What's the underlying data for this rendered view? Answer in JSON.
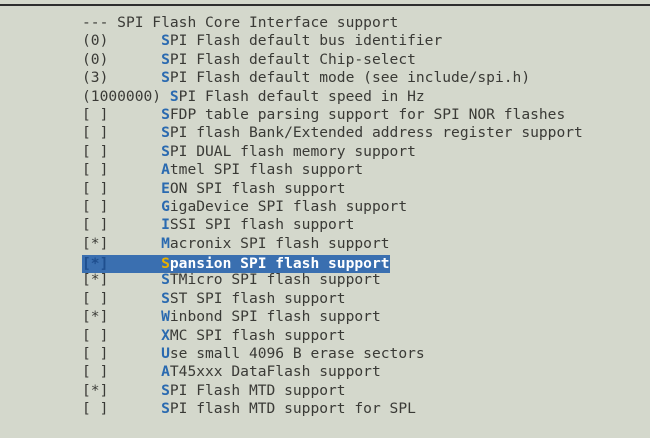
{
  "screen": {
    "kind": "menuconfig-list",
    "background_color": "#d4d8cc",
    "text_color": "#3a3a36",
    "hotkey_color": "#2a6ab0",
    "selection_background": "#3a6fb0",
    "selection_text_color": "#ffffff",
    "selection_hotkey_color": "#e8b000",
    "rule_color": "#2e2e2e"
  },
  "menu": {
    "items": [
      {
        "prefix": "--- ",
        "hot": "",
        "rest": "SPI Flash Core Interface support",
        "selected": false,
        "header": true
      },
      {
        "prefix": "(0)      ",
        "hot": "S",
        "rest": "PI Flash default bus identifier",
        "selected": false,
        "header": false
      },
      {
        "prefix": "(0)      ",
        "hot": "S",
        "rest": "PI Flash default Chip-select",
        "selected": false,
        "header": false
      },
      {
        "prefix": "(3)      ",
        "hot": "S",
        "rest": "PI Flash default mode (see include/spi.h)",
        "selected": false,
        "header": false
      },
      {
        "prefix": "(1000000) ",
        "hot": "S",
        "rest": "PI Flash default speed in Hz",
        "selected": false,
        "header": false
      },
      {
        "prefix": "[ ]      ",
        "hot": "S",
        "rest": "FDP table parsing support for SPI NOR flashes",
        "selected": false,
        "header": false
      },
      {
        "prefix": "[ ]      ",
        "hot": "S",
        "rest": "PI flash Bank/Extended address register support",
        "selected": false,
        "header": false
      },
      {
        "prefix": "[ ]      ",
        "hot": "S",
        "rest": "PI DUAL flash memory support",
        "selected": false,
        "header": false
      },
      {
        "prefix": "[ ]      ",
        "hot": "A",
        "rest": "tmel SPI flash support",
        "selected": false,
        "header": false
      },
      {
        "prefix": "[ ]      ",
        "hot": "E",
        "rest": "ON SPI flash support",
        "selected": false,
        "header": false
      },
      {
        "prefix": "[ ]      ",
        "hot": "G",
        "rest": "igaDevice SPI flash support",
        "selected": false,
        "header": false
      },
      {
        "prefix": "[ ]      ",
        "hot": "I",
        "rest": "SSI SPI flash support",
        "selected": false,
        "header": false
      },
      {
        "prefix": "[*]      ",
        "hot": "M",
        "rest": "acronix SPI flash support",
        "selected": false,
        "header": false
      },
      {
        "prefix": "[*]      ",
        "hot": "S",
        "rest": "pansion SPI flash support",
        "selected": true,
        "header": false
      },
      {
        "prefix": "[*]      ",
        "hot": "S",
        "rest": "TMicro SPI flash support",
        "selected": false,
        "header": false
      },
      {
        "prefix": "[ ]      ",
        "hot": "S",
        "rest": "ST SPI flash support",
        "selected": false,
        "header": false
      },
      {
        "prefix": "[*]      ",
        "hot": "W",
        "rest": "inbond SPI flash support",
        "selected": false,
        "header": false
      },
      {
        "prefix": "[ ]      ",
        "hot": "X",
        "rest": "MC SPI flash support",
        "selected": false,
        "header": false
      },
      {
        "prefix": "[ ]      ",
        "hot": "U",
        "rest": "se small 4096 B erase sectors",
        "selected": false,
        "header": false
      },
      {
        "prefix": "[ ]      ",
        "hot": "A",
        "rest": "T45xxx DataFlash support",
        "selected": false,
        "header": false
      },
      {
        "prefix": "[*]      ",
        "hot": "S",
        "rest": "PI Flash MTD support",
        "selected": false,
        "header": false
      },
      {
        "prefix": "[ ]      ",
        "hot": "S",
        "rest": "PI flash MTD support for SPL",
        "selected": false,
        "header": false
      }
    ]
  }
}
